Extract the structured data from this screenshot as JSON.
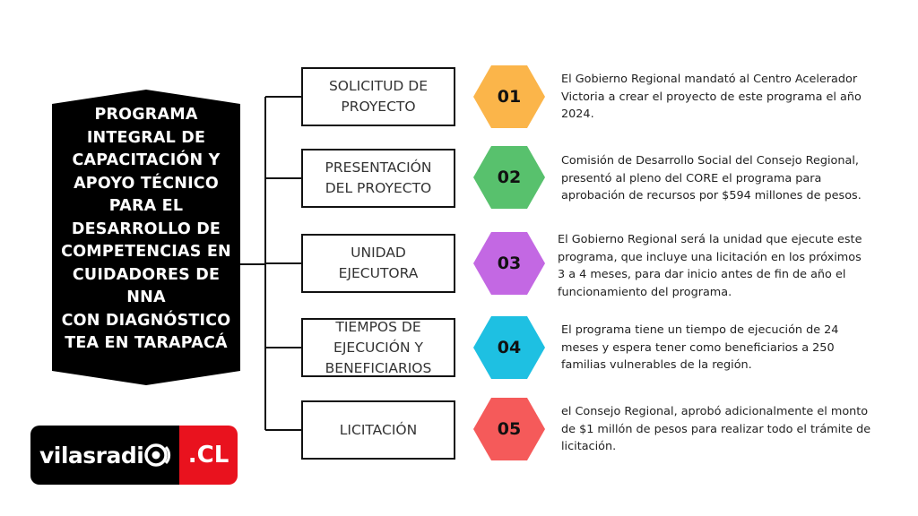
{
  "title": "PROGRAMA\nINTEGRAL DE\nCAPACITACIÓN Y\nAPOYO TÉCNICO\nPARA EL\nDESARROLLO DE\nCOMPETENCIAS EN\nCUIDADORES DE NNA\nCON DIAGNÓSTICO\nTEA EN TARAPACÁ",
  "colors": {
    "title_bg": "#000000",
    "step1": "#fbb54a",
    "step2": "#58c16d",
    "step3": "#c368e3",
    "step4": "#1ec0e2",
    "step5": "#f55a5a",
    "logo_red": "#e9121e"
  },
  "steps": [
    {
      "label": "SOLICITUD DE\nPROYECTO",
      "number": "01",
      "description": "El Gobierno Regional mandató al Centro Acelerador Victoria a crear el proyecto de este programa el año 2024."
    },
    {
      "label": "PRESENTACIÓN\nDEL PROYECTO",
      "number": "02",
      "description": "Comisión de Desarrollo Social del Consejo Regional, presentó al pleno del CORE el programa para aprobación de recursos por $594 millones de pesos."
    },
    {
      "label": "UNIDAD\nEJECUTORA",
      "number": "03",
      "description": "El Gobierno Regional será la unidad que ejecute este programa, que incluye una licitación en los próximos 3 a 4 meses, para dar inicio antes de fin de año el funcionamiento del programa."
    },
    {
      "label": "TIEMPOS DE\nEJECUCIÓN Y\nBENEFICIARIOS",
      "number": "04",
      "description": "El programa tiene un tiempo de ejecución de 24 meses y espera tener como beneficiarios a 250 familias vulnerables de la región."
    },
    {
      "label": "LICITACIÓN",
      "number": "05",
      "description": "el Consejo Regional, aprobó adicionalmente el monto de $1 millón de pesos para realizar todo el trámite de licitación."
    }
  ],
  "logo": {
    "name": "vilasradi",
    "domain": ".CL"
  }
}
